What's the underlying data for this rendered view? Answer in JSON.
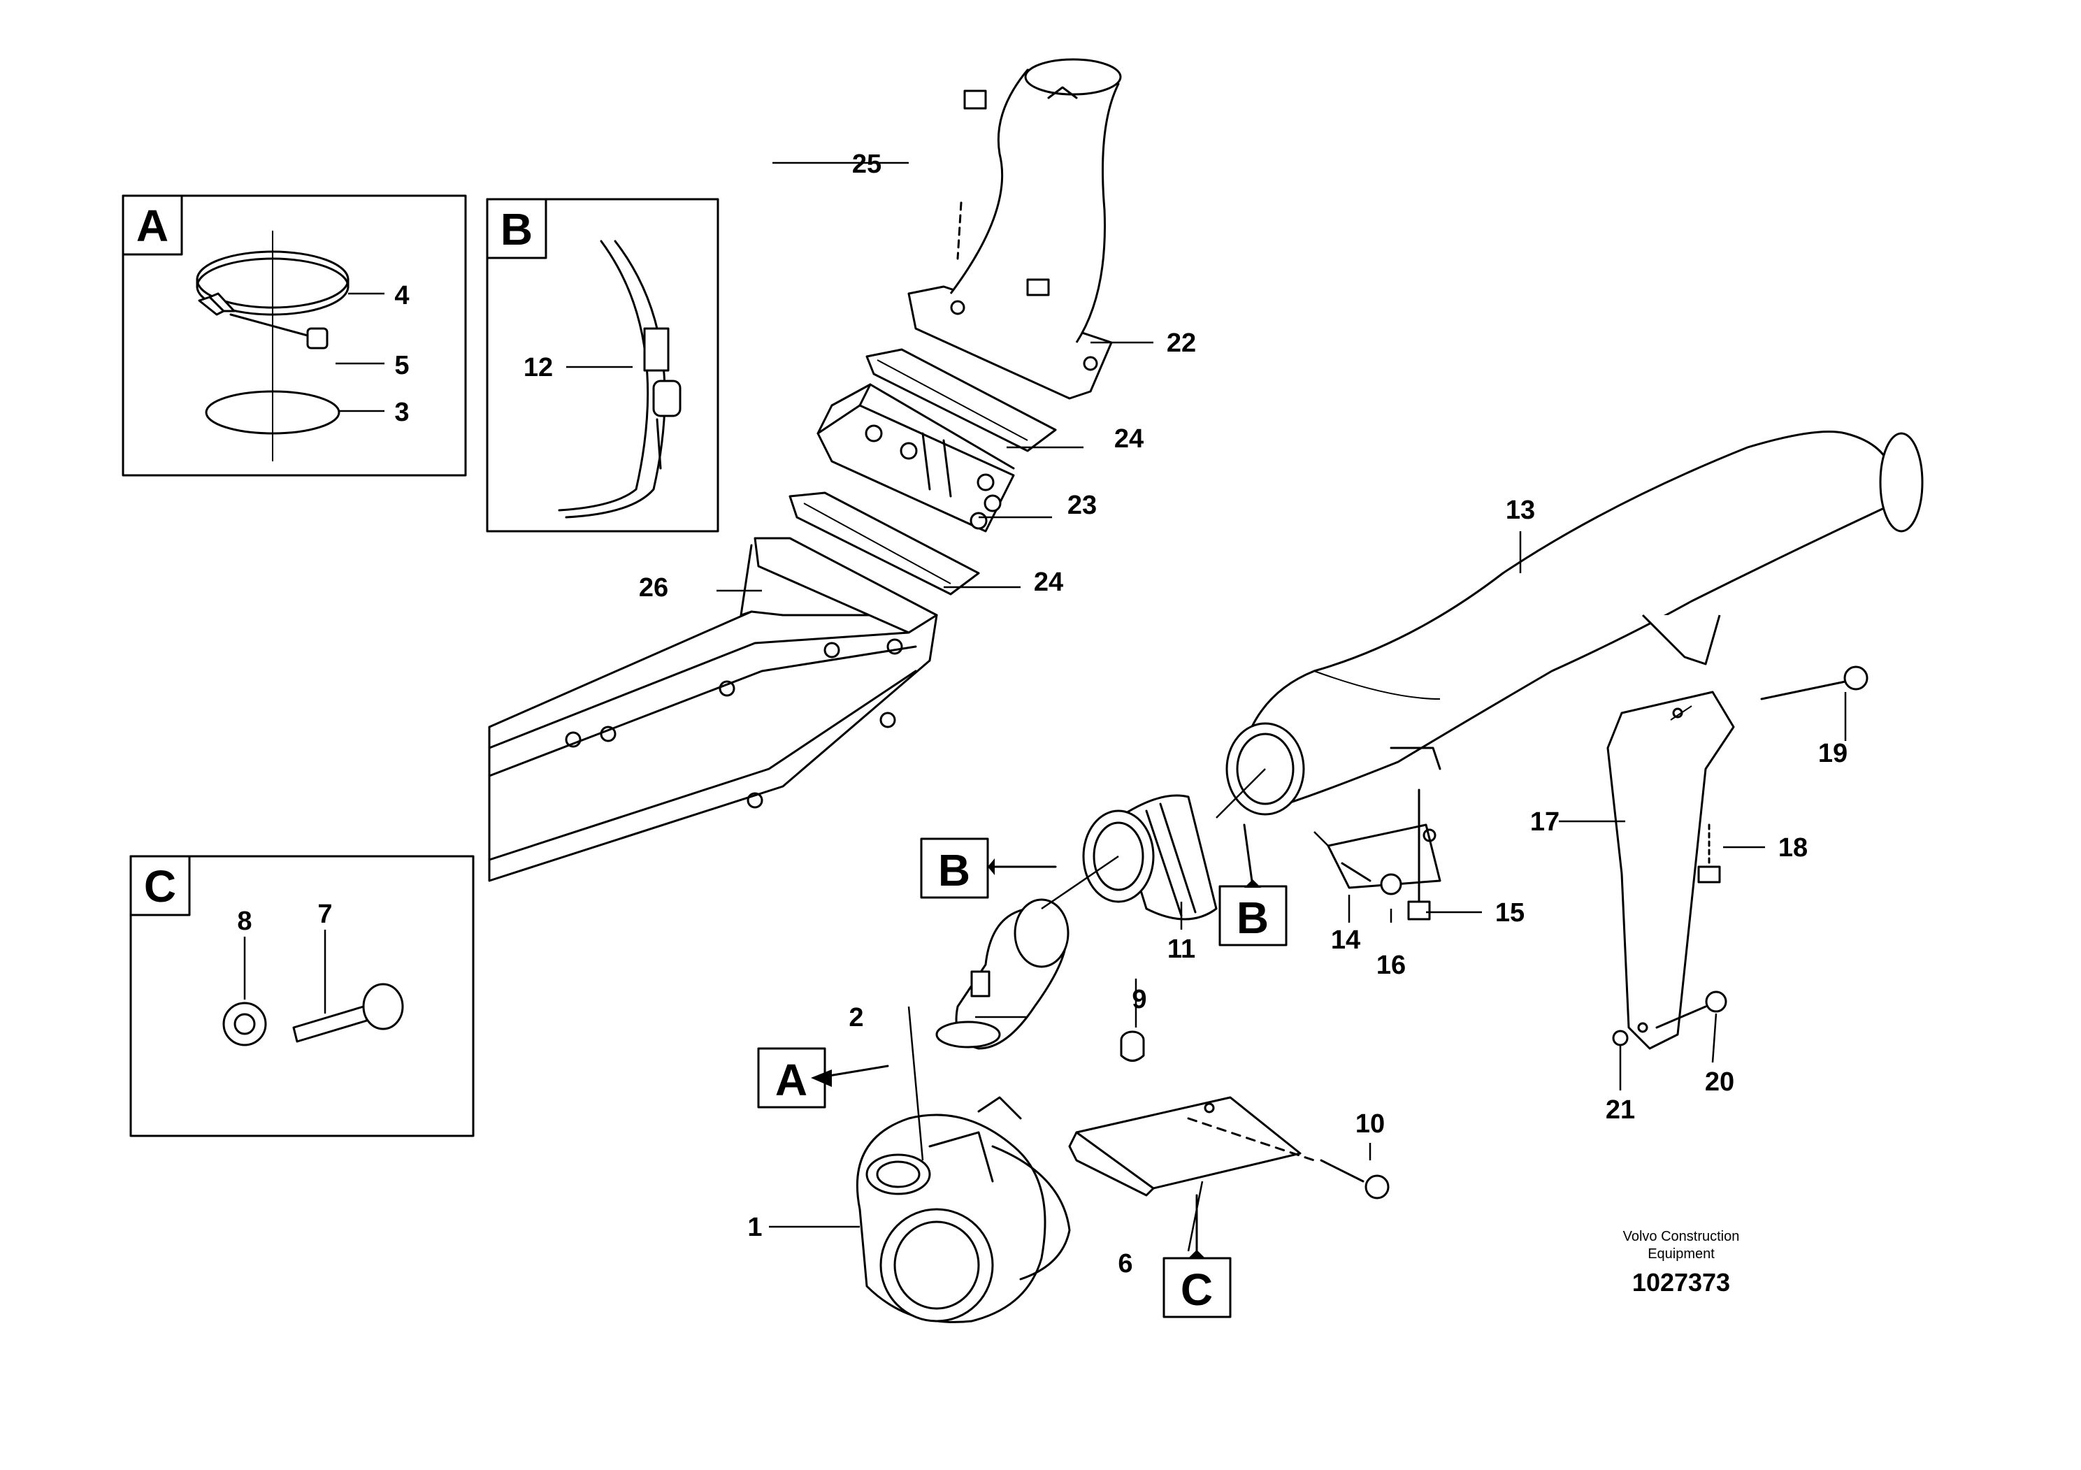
{
  "detail_boxes": [
    {
      "letter": "A"
    },
    {
      "letter": "B"
    },
    {
      "letter": "C"
    }
  ],
  "callout_letters": {
    "a": "A",
    "b_left": "B",
    "b_right": "B",
    "c": "C"
  },
  "part_numbers": {
    "p1": "1",
    "p2": "2",
    "p3": "3",
    "p4": "4",
    "p5": "5",
    "p6": "6",
    "p7": "7",
    "p8": "8",
    "p9": "9",
    "p10": "10",
    "p11": "11",
    "p12": "12",
    "p13": "13",
    "p14": "14",
    "p15": "15",
    "p16": "16",
    "p17": "17",
    "p18": "18",
    "p19": "19",
    "p20": "20",
    "p21": "21",
    "p22": "22",
    "p23": "23",
    "p24a": "24",
    "p24b": "24",
    "p25": "25",
    "p26": "26"
  },
  "footer": {
    "line1": "Volvo Construction",
    "line2": "Equipment",
    "number": "1027373"
  }
}
